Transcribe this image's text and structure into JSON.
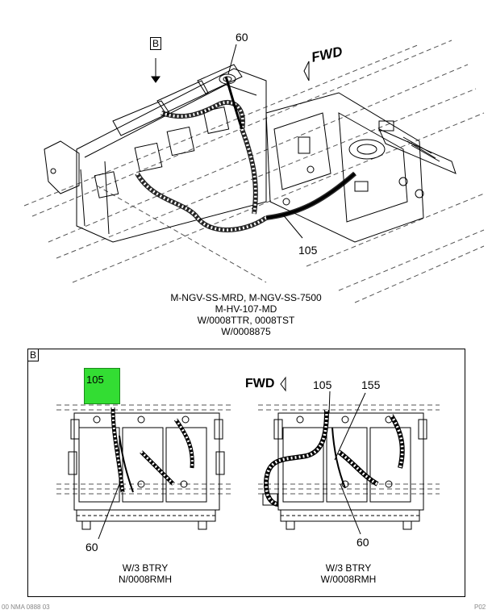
{
  "top_view": {
    "view_marker": "B",
    "callouts": {
      "top": "60",
      "bottom": "105"
    },
    "direction": "FWD",
    "caption": [
      "M-NGV-SS-MRD, M-NGV-SS-7500",
      "M-HV-107-MD",
      "W/0008TTR, 0008TST",
      "W/0008875"
    ]
  },
  "detail_b": {
    "frame_label": "B",
    "direction": "FWD",
    "left": {
      "highlight_callout": "105",
      "callout_bottom": "60",
      "caption": [
        "W/3 BTRY",
        "N/0008RMH"
      ],
      "highlight_color": "#33dd33"
    },
    "right": {
      "callouts": [
        "105",
        "155",
        "60"
      ],
      "caption": [
        "W/3 BTRY",
        "W/0008RMH"
      ]
    }
  },
  "footer": {
    "left": "00 NMA 0888 03",
    "right": "P02"
  }
}
